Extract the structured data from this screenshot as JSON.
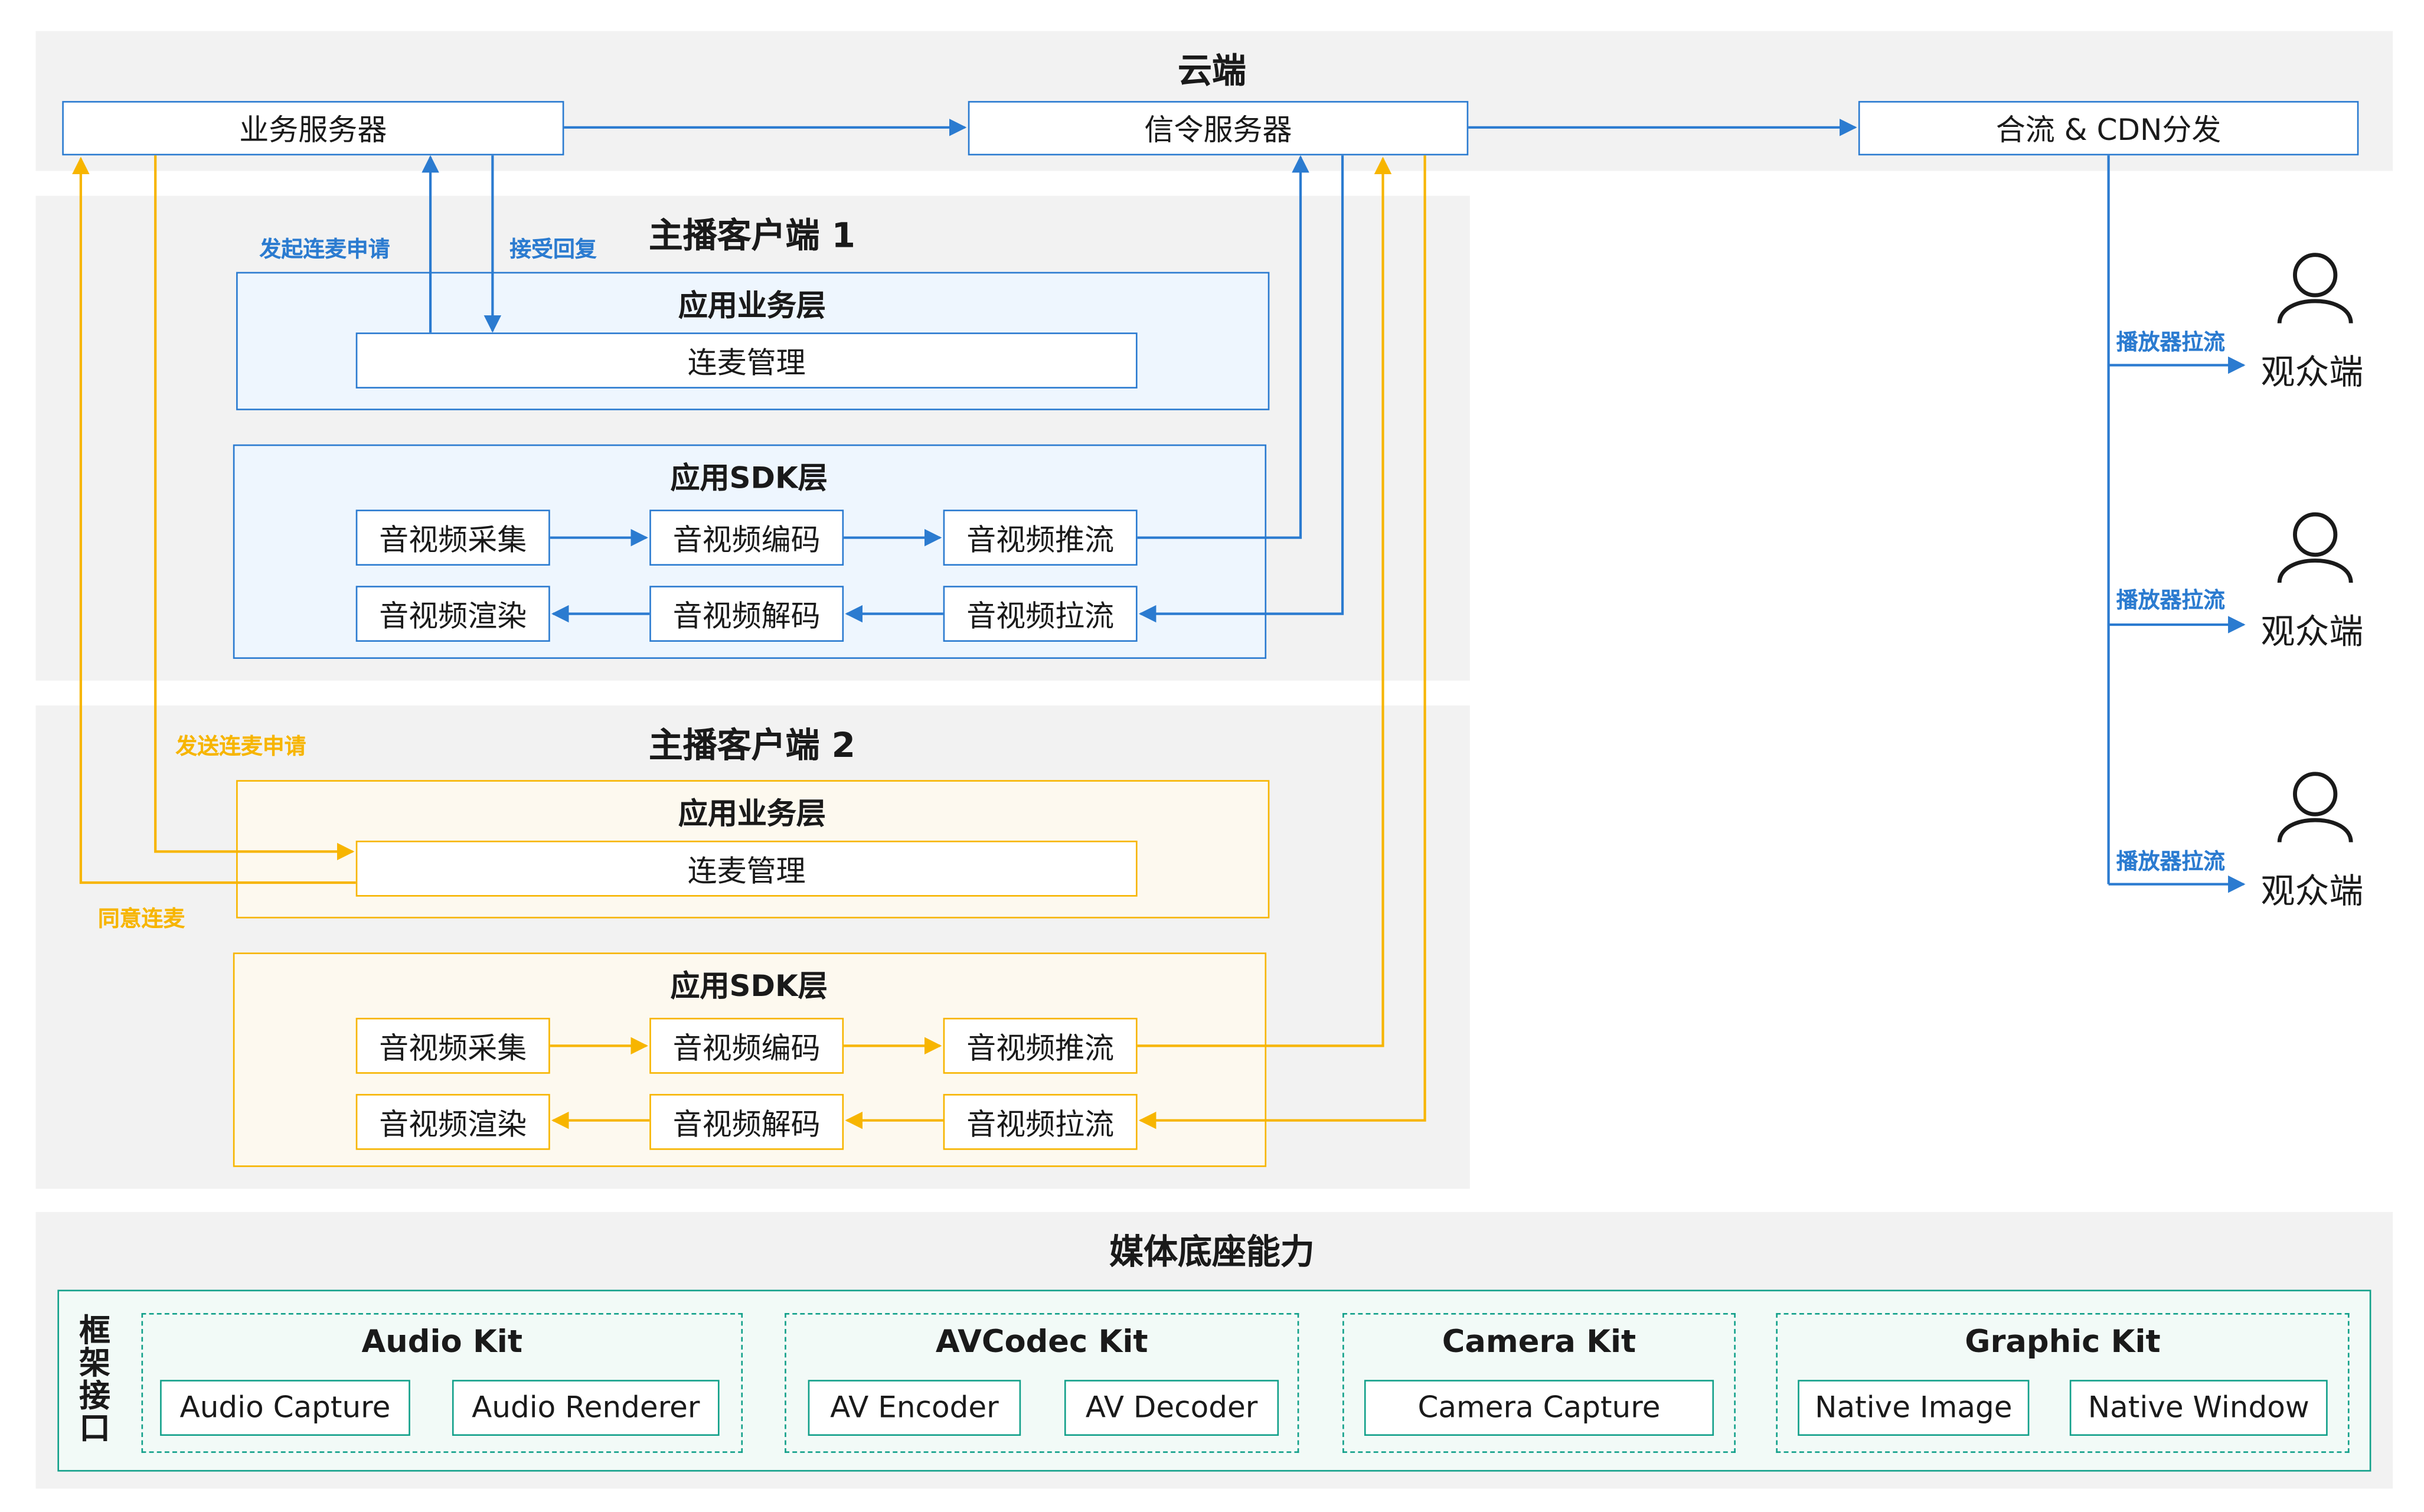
{
  "cloud": {
    "title": "云端",
    "business_server": "业务服务器",
    "signal_server": "信令服务器",
    "cdn": "合流 & CDN分发"
  },
  "anchor1": {
    "title": "主播客户端 1",
    "app_layer": "应用业务层",
    "mic_mgmt": "连麦管理",
    "sdk_layer": "应用SDK层",
    "capture": "音视频采集",
    "encode": "音视频编码",
    "push": "音视频推流",
    "render": "音视频渲染",
    "decode": "音视频解码",
    "pull": "音视频拉流",
    "label_request": "发起连麦申请",
    "label_reply": "接受回复"
  },
  "anchor2": {
    "title": "主播客户端 2",
    "app_layer": "应用业务层",
    "mic_mgmt": "连麦管理",
    "sdk_layer": "应用SDK层",
    "capture": "音视频采集",
    "encode": "音视频编码",
    "push": "音视频推流",
    "render": "音视频渲染",
    "decode": "音视频解码",
    "pull": "音视频拉流",
    "label_send": "发送连麦申请",
    "label_agree": "同意连麦"
  },
  "viewers": [
    {
      "label": "观众端",
      "edge_label": "播放器拉流"
    },
    {
      "label": "观众端",
      "edge_label": "播放器拉流"
    },
    {
      "label": "观众端",
      "edge_label": "播放器拉流"
    }
  ],
  "media": {
    "title": "媒体底座能力",
    "framework": "框架接口",
    "kits": [
      {
        "name": "Audio Kit",
        "items": [
          "Audio Capture",
          "Audio Renderer"
        ]
      },
      {
        "name": "AVCodec Kit",
        "items": [
          "AV Encoder",
          "AV Decoder"
        ]
      },
      {
        "name": "Camera Kit",
        "items": [
          "Camera Capture"
        ]
      },
      {
        "name": "Graphic Kit",
        "items": [
          "Native Image",
          "Native Window"
        ]
      }
    ]
  },
  "colors": {
    "blue": "#2b7bd0",
    "yellow": "#f7b500",
    "teal": "#12a08a",
    "panel_gray": "#f2f2f2"
  },
  "icons": {
    "viewer": "user-icon"
  }
}
